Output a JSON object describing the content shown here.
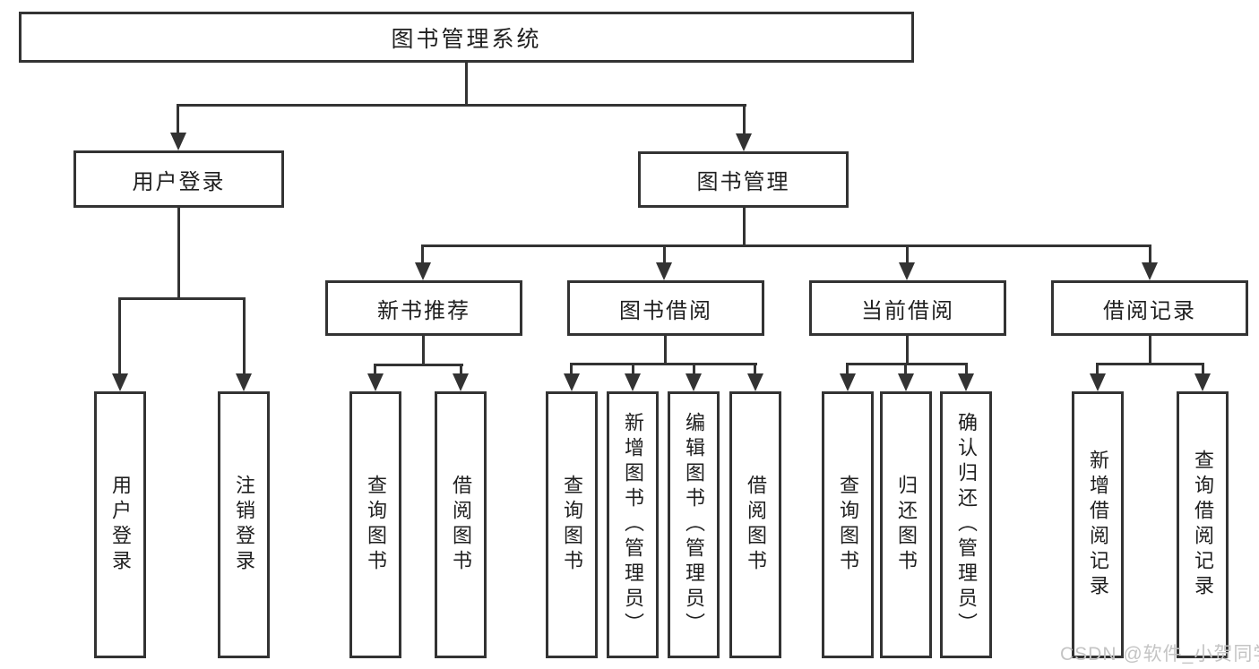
{
  "root": {
    "label": "图书管理系统"
  },
  "branches": {
    "user_login": "用户登录",
    "book_management": "图书管理",
    "new_book_recommend": "新书推荐",
    "book_borrow": "图书借阅",
    "current_borrow": "当前借阅",
    "borrow_record": "借阅记录"
  },
  "leaves": {
    "user_login": "用户登录",
    "logout": "注销登录",
    "nb_query_book": "查询图书",
    "nb_borrow_book": "借阅图书",
    "bb_query_book": "查询图书",
    "bb_add_book": "新增图书（管理员）",
    "bb_edit_book": "编辑图书（管理员）",
    "bb_borrow_book": "借阅图书",
    "cb_query_book": "查询图书",
    "cb_return_book": "归还图书",
    "cb_confirm_return": "确认归还（管理员）",
    "br_add_record": "新增借阅记录",
    "br_query_record": "查询借阅记录"
  },
  "watermark": {
    "text": "CSDN @软件_小贺同学"
  },
  "colors": {
    "line": "#333333",
    "text": "#1f1f1f",
    "background": "#ffffff",
    "watermark": "#c4c4c4"
  }
}
